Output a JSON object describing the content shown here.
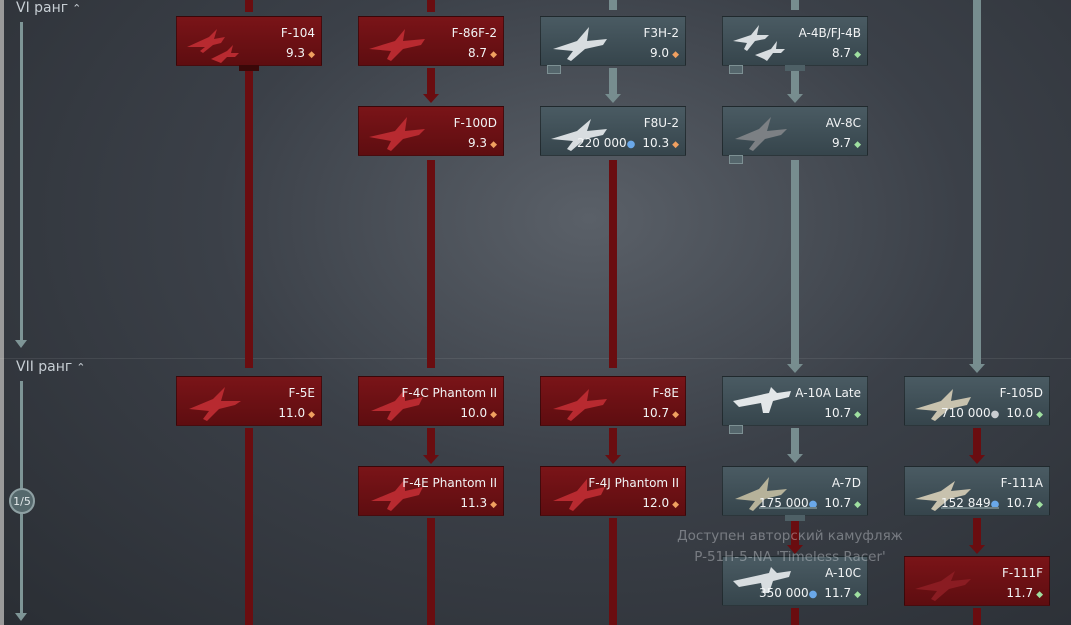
{
  "ranks": [
    {
      "label": "VI ранг"
    },
    {
      "label": "VII ранг"
    }
  ],
  "page_indicator": "1/5",
  "vehicles": {
    "f104": {
      "name": "F-104",
      "br": "9.3"
    },
    "f86f2": {
      "name": "F-86F-2",
      "br": "8.7"
    },
    "f3h2": {
      "name": "F3H-2",
      "br": "9.0"
    },
    "a4b": {
      "name": "A-4B/FJ-4B",
      "br": "8.7"
    },
    "f100d": {
      "name": "F-100D",
      "br": "9.3"
    },
    "f8u2": {
      "name": "F8U-2",
      "br": "10.3",
      "price": "220 000"
    },
    "av8c": {
      "name": "AV-8C",
      "br": "9.7"
    },
    "f5e": {
      "name": "F-5E",
      "br": "11.0"
    },
    "f4c": {
      "name": "F-4C Phantom II",
      "br": "10.0"
    },
    "f8e": {
      "name": "F-8E",
      "br": "10.7"
    },
    "a10a": {
      "name": "A-10A Late",
      "br": "10.7"
    },
    "f105d": {
      "name": "F-105D",
      "br": "10.0",
      "price": "710 000"
    },
    "f4e": {
      "name": "F-4E Phantom II",
      "br": "11.3"
    },
    "f4j": {
      "name": "F-4J Phantom II",
      "br": "12.0"
    },
    "a7d": {
      "name": "A-7D",
      "br": "10.7",
      "price": "175 000"
    },
    "f111a": {
      "name": "F-111A",
      "br": "10.7",
      "price": "152 849"
    },
    "a10c": {
      "name": "A-10C",
      "br": "11.7",
      "price": "350 000"
    },
    "f111f": {
      "name": "F-111F",
      "br": "11.7"
    }
  },
  "camo_note": {
    "line1": "Доступен авторский камуфляж",
    "line2": "P-51H-5-NA 'Timeless Racer'"
  },
  "icons": {
    "premium_pip": "diamond-icon",
    "research_pip": "arrow-marker-icon",
    "rp": "research-point-icon",
    "lion": "silver-lion-icon"
  },
  "colors": {
    "premium_card": "#6e1014",
    "researchable_card": "#3f4f57",
    "premium_line": "#6a0d10",
    "tree_line": "#778d8f"
  }
}
